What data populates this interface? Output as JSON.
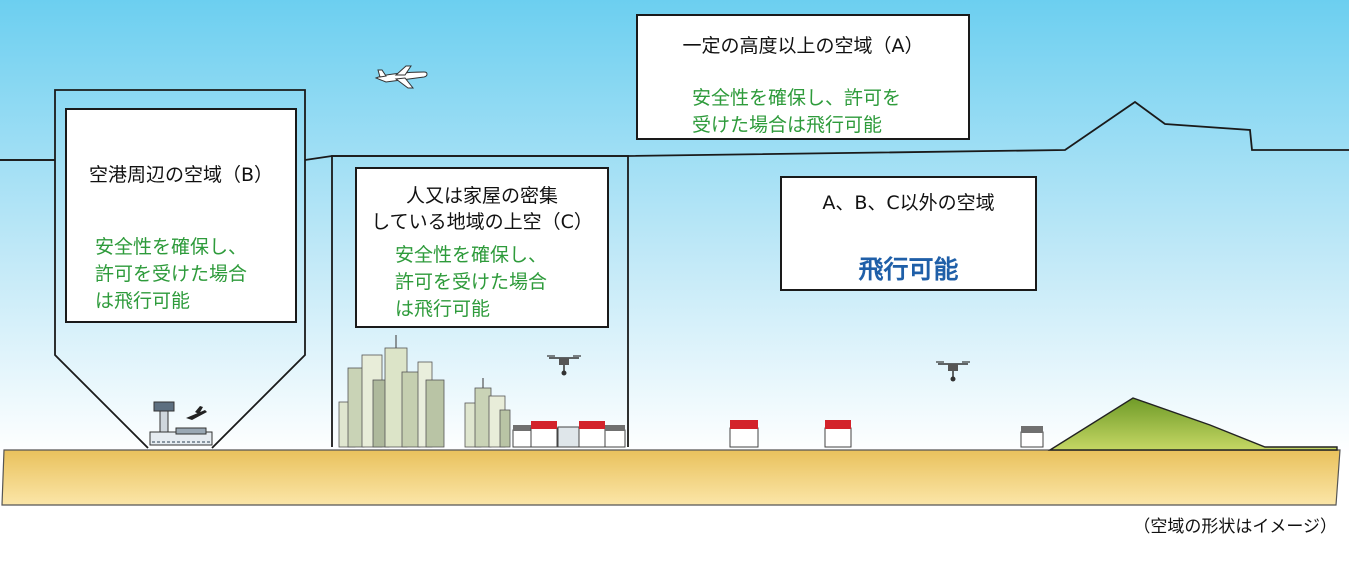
{
  "zone_a": {
    "title": "一定の高度以上の空域（A）",
    "condition_line1": "安全性を確保し、許可を",
    "condition_line2": "受けた場合は飛行可能"
  },
  "zone_b": {
    "title": "空港周辺の空域（B）",
    "condition_line1": "安全性を確保し、",
    "condition_line2": "許可を受けた場合",
    "condition_line3": "は飛行可能"
  },
  "zone_c": {
    "title_line1": "人又は家屋の密集",
    "title_line2": "している地域の上空（C）",
    "condition_line1": "安全性を確保し、",
    "condition_line2": "許可を受けた場合",
    "condition_line3": "は飛行可能"
  },
  "zone_other": {
    "title": "A、B、C以外の空域",
    "result": "飛行可能"
  },
  "footnote": "（空域の形状はイメージ）",
  "colors": {
    "sky_top": "#6ccff0",
    "sky_bottom": "#ffffff",
    "ground_top": "#e9c15c",
    "ground_bottom": "#fbe6a8",
    "hill": "#8db33a",
    "condition_text": "#2e9b3b",
    "result_text": "#1f5fa8"
  },
  "icons": [
    "airplane-icon",
    "airport-icon",
    "drone-icon",
    "house-icon",
    "building-icon",
    "mountain-icon"
  ]
}
